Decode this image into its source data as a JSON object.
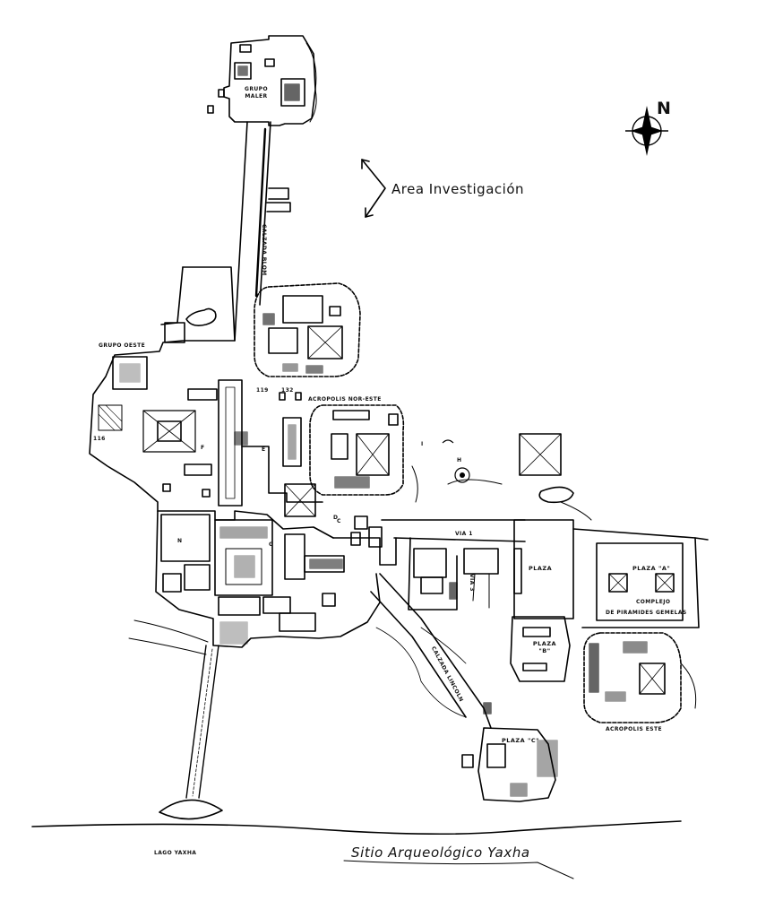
{
  "map": {
    "title": "Sitio Arqueológico Yaxha",
    "north": "N",
    "area_label": "Area  Investigación",
    "labels": {
      "grupo_maler": "GRUPO MALER",
      "calzada_blom": "CALZADA BLOM",
      "grupo_oeste": "GRUPO OESTE",
      "acropolis_nor_este": "ACROPOLIS NOR-ESTE",
      "num_116": "116",
      "num_119": "119",
      "num_132": "132",
      "via_1": "VIA 1",
      "via_3": "VIA 3",
      "plaza": "PLAZA",
      "plaza_a": "PLAZA \"A\"",
      "complejo": "COMPLEJO",
      "piramides_gemelas": "DE PIRAMIDES GEMELAS",
      "plaza_b": "PLAZA \"B\"",
      "acropolis_este": "ACROPOLIS ESTE",
      "plaza_c": "PLAZA \"C\"",
      "calzada_lincoln": "CALZADA LINCOLN",
      "lago_yaxha": "LAGO YAXHA",
      "letter_c": "C",
      "letter_d": "D",
      "letter_e": "E",
      "letter_f": "F",
      "letter_g": "G",
      "letter_h": "H",
      "letter_i": "I",
      "letter_n": "N"
    }
  }
}
